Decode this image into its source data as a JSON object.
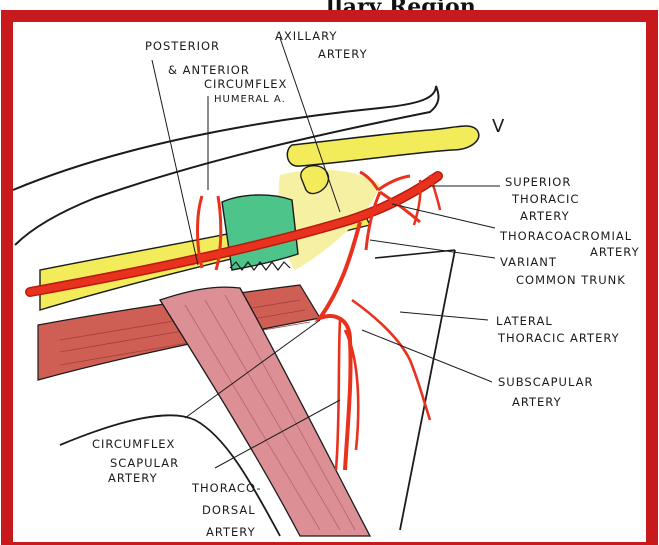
{
  "title_fragment": "llary Region",
  "labels": {
    "posterior": "POSTERIOR",
    "and_anterior": "& ANTERIOR",
    "circumflex": "CIRCUMFLEX",
    "humeral_a": "HUMERAL A.",
    "axillary_1": "AXILLARY",
    "axillary_2": "ARTERY",
    "v_mark": "V",
    "superior_1": "SUPERIOR",
    "superior_2": "THORACIC",
    "superior_3": "ARTERY",
    "thoracoacromial_1": "THORACOACROMIAL",
    "thoracoacromial_2": "ARTERY",
    "variant_1": "VARIANT",
    "variant_2": "COMMON TRUNK",
    "lateral_1": "LATERAL",
    "lateral_2": "THORACIC ARTERY",
    "subscapular_1": "SUBSCAPULAR",
    "subscapular_2": "ARTERY",
    "circumflex_scap_1": "CIRCUMFLEX",
    "circumflex_scap_2": "SCAPULAR",
    "circumflex_scap_3": "ARTERY",
    "thoracodorsal_1": "THORACO-",
    "thoracodorsal_2": "DORSAL",
    "thoracodorsal_3": "ARTERY"
  },
  "colors": {
    "frame": "#c8191c",
    "artery": "#e8321e",
    "artery_dark": "#b81a10",
    "bone_yellow": "#f2ec5a",
    "muscle_red": "#cf5f55",
    "muscle_pink": "#dc8f95",
    "cartilage_green": "#4cc48a",
    "ink": "#1b1b1b"
  }
}
